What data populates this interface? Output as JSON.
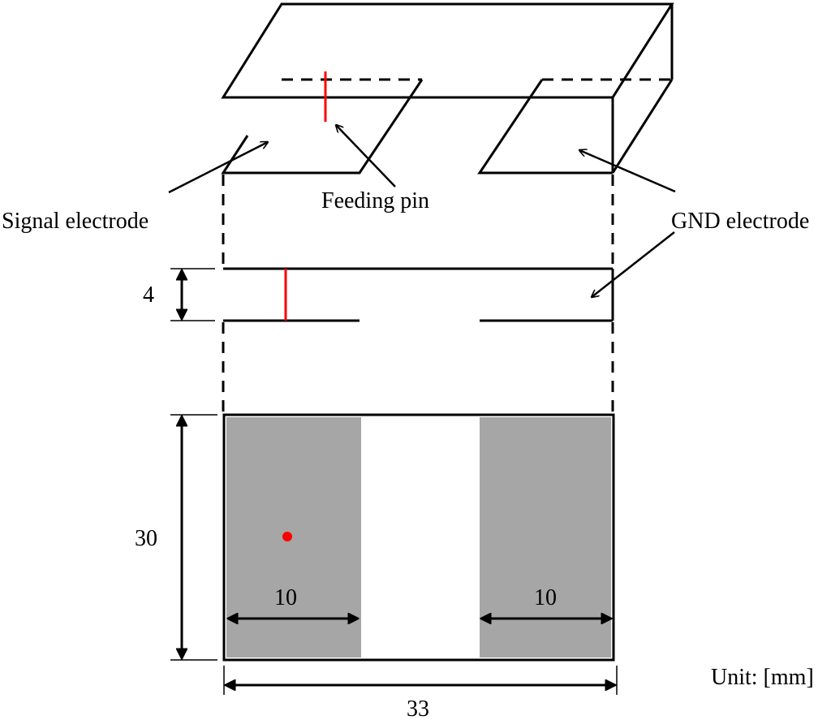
{
  "labels": {
    "signal_electrode": "Signal electrode",
    "feeding_pin": "Feeding pin",
    "gnd_electrode": "GND electrode",
    "unit": "Unit: [mm]"
  },
  "dimensions": {
    "height": "4",
    "length": "30",
    "width": "33",
    "signal_electrode_width": "10",
    "gnd_electrode_width": "10"
  },
  "colors": {
    "electrode_fill": "#a6a6a6",
    "feeding_pin": "#ff0000",
    "outline": "#000000"
  }
}
